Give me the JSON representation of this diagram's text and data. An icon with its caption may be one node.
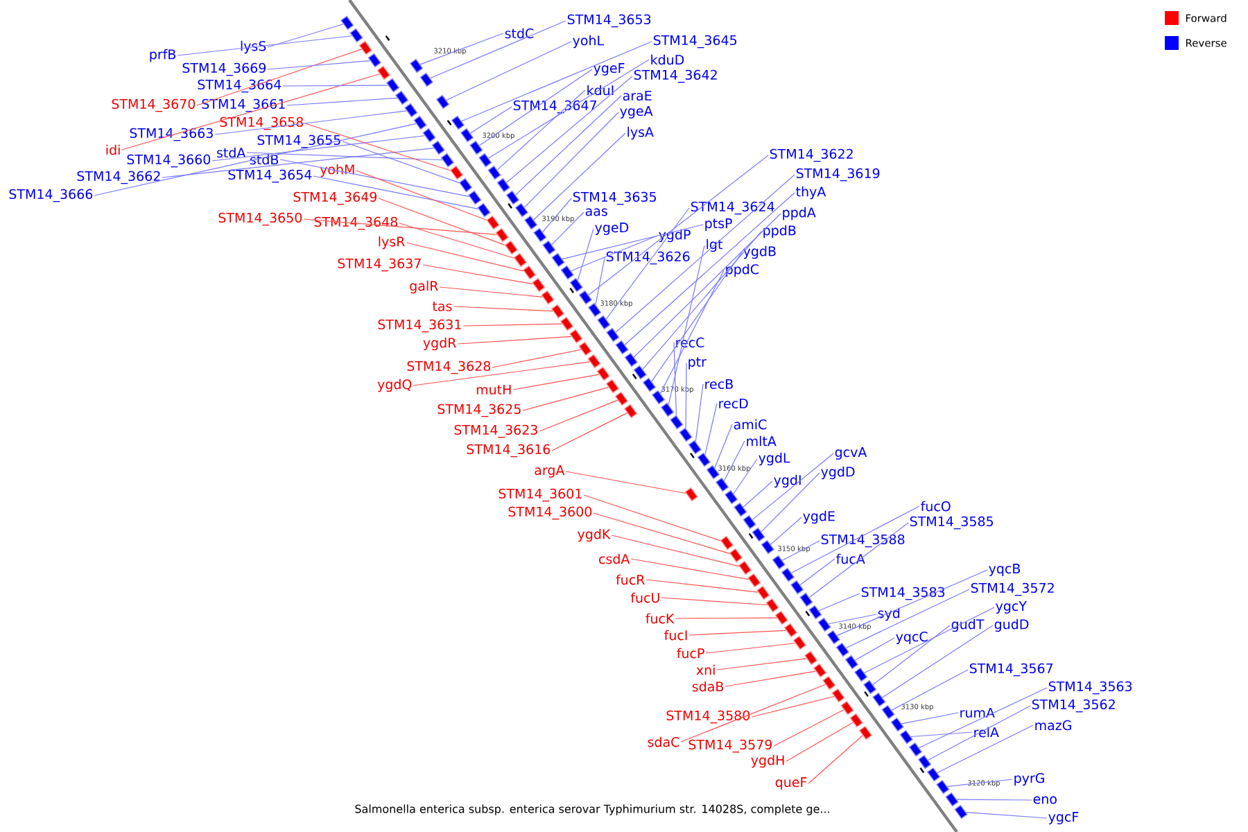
{
  "diagram": {
    "caption": "Salmonella enterica subsp. enterica serovar Typhimurium str. 14028S, complete ge...",
    "nodes": [
      {
        "text": [
          "lysS"
        ]
      },
      {
        "text": [
          "STM14_3669"
        ]
      },
      {
        "text": [
          "prfB"
        ]
      },
      {
        "text": [
          "STM14_3664"
        ]
      },
      {
        "text": [
          "STM14_3670"
        ]
      },
      {
        "text": [
          "STM14_3661"
        ]
      },
      {
        "text": [
          "STM14_3658"
        ]
      },
      {
        "text": [
          "STM14_3663"
        ]
      },
      {
        "text": [
          "idi"
        ]
      },
      {
        "text": [
          "STM14_3655"
        ]
      },
      {
        "text": [
          "STM14_3660"
        ]
      },
      {
        "text": [
          "stdA"
        ]
      },
      {
        "text": [
          "stdB"
        ]
      },
      {
        "text": [
          "STM14_3662"
        ]
      },
      {
        "text": [
          "STM14_3654"
        ]
      },
      {
        "text": [
          "yohM"
        ]
      },
      {
        "text": [
          "STM14_3666"
        ]
      },
      {
        "text": [
          "STM14_3649"
        ]
      },
      {
        "text": [
          "STM14_3650"
        ]
      },
      {
        "text": [
          "STM14_3648"
        ]
      },
      {
        "text": [
          "lysR"
        ]
      },
      {
        "text": [
          "STM14_3637"
        ]
      },
      {
        "text": [
          "galR"
        ]
      },
      {
        "text": [
          "tas"
        ]
      },
      {
        "text": [
          "STM14_3631"
        ]
      },
      {
        "text": [
          "ygdR"
        ]
      },
      {
        "text": [
          "STM14_3628"
        ]
      },
      {
        "text": [
          "ygdQ"
        ]
      },
      {
        "text": [
          "mutH"
        ]
      },
      {
        "text": [
          "STM14_3625"
        ]
      },
      {
        "text": [
          "STM14_3623"
        ]
      },
      {
        "text": [
          "STM14_3616"
        ]
      },
      {
        "text": [
          "argA"
        ]
      },
      {
        "text": [
          "STM14_3601"
        ]
      },
      {
        "text": [
          "STM14_3600"
        ]
      },
      {
        "text": [
          "ygdK"
        ]
      },
      {
        "text": [
          "csdA"
        ]
      },
      {
        "text": [
          "fucR"
        ]
      },
      {
        "text": [
          "fucU"
        ]
      },
      {
        "text": [
          "fucK"
        ]
      },
      {
        "text": [
          "fucI"
        ]
      },
      {
        "text": [
          "fucP"
        ]
      },
      {
        "text": [
          "xni"
        ]
      },
      {
        "text": [
          "sdaB"
        ]
      },
      {
        "text": [
          "STM14_3580"
        ]
      },
      {
        "text": [
          "sdaC"
        ]
      },
      {
        "text": [
          "STM14_3579"
        ]
      },
      {
        "text": [
          "ygdH"
        ]
      },
      {
        "text": [
          "queF"
        ]
      },
      {
        "text": [
          "stdC"
        ]
      },
      {
        "text": [
          "STM14_3653"
        ]
      },
      {
        "text": [
          "yohL"
        ]
      },
      {
        "text": [
          "STM14_3645"
        ]
      },
      {
        "text": [
          "kduD"
        ]
      },
      {
        "text": [
          "ygeF"
        ]
      },
      {
        "text": [
          "STM14_3642"
        ]
      },
      {
        "text": [
          "kduI"
        ]
      },
      {
        "text": [
          "araE"
        ]
      },
      {
        "text": [
          "STM14_3647"
        ]
      },
      {
        "text": [
          "ygeA"
        ]
      },
      {
        "text": [
          "lysA"
        ]
      },
      {
        "text": [
          "STM14_3635"
        ]
      },
      {
        "text": [
          "aas"
        ]
      },
      {
        "text": [
          "ygeD"
        ]
      },
      {
        "text": [
          "STM14_3622"
        ]
      },
      {
        "text": [
          "STM14_3619"
        ]
      },
      {
        "text": [
          "thyA"
        ]
      },
      {
        "text": [
          "STM14_3624"
        ]
      },
      {
        "text": [
          "ppdA"
        ]
      },
      {
        "text": [
          "ptsP"
        ]
      },
      {
        "text": [
          "ppdB"
        ]
      },
      {
        "text": [
          "ygdP"
        ]
      },
      {
        "text": [
          "lgt"
        ]
      },
      {
        "text": [
          "STM14_3626"
        ]
      },
      {
        "text": [
          "ygdB"
        ]
      },
      {
        "text": [
          "ppdC"
        ]
      },
      {
        "text": [
          "recC"
        ]
      },
      {
        "text": [
          "ptr"
        ]
      },
      {
        "text": [
          "recB"
        ]
      },
      {
        "text": [
          "recD"
        ]
      },
      {
        "text": [
          "amiC"
        ]
      },
      {
        "text": [
          "mltA"
        ]
      },
      {
        "text": [
          "ygdL"
        ]
      },
      {
        "text": [
          "gcvA"
        ]
      },
      {
        "text": [
          "ygdD"
        ]
      },
      {
        "text": [
          "ygdI"
        ]
      },
      {
        "text": [
          "ygdE"
        ]
      },
      {
        "text": [
          "fucO"
        ]
      },
      {
        "text": [
          "STM14_3585"
        ]
      },
      {
        "text": [
          "STM14_3588"
        ]
      },
      {
        "text": [
          "fucA"
        ]
      },
      {
        "text": [
          "STM14_3583"
        ]
      },
      {
        "text": [
          "yqcB"
        ]
      },
      {
        "text": [
          "STM14_3572"
        ]
      },
      {
        "text": [
          "ygcY"
        ]
      },
      {
        "text": [
          "syd"
        ]
      },
      {
        "text": [
          "gudT"
        ]
      },
      {
        "text": [
          "gudD"
        ]
      },
      {
        "text": [
          "yqcC"
        ]
      },
      {
        "text": [
          "STM14_3567"
        ]
      },
      {
        "text": [
          "STM14_3563"
        ]
      },
      {
        "text": [
          "STM14_3562"
        ]
      },
      {
        "text": [
          "rumA"
        ]
      },
      {
        "text": [
          "relA"
        ]
      },
      {
        "text": [
          "mazG"
        ]
      },
      {
        "text": [
          "pyrG"
        ]
      },
      {
        "text": [
          "eno"
        ]
      },
      {
        "text": [
          "ygcF"
        ]
      },
      {
        "text": [],
        "shape": "box"
      },
      {
        "text": [],
        "shape": "box"
      },
      {
        "text": [],
        "shape": "box"
      },
      {
        "text": [],
        "shape": "box"
      },
      {
        "text": [],
        "shape": "box"
      },
      {
        "text": [],
        "shape": "box"
      },
      {
        "text": [],
        "shape": "box"
      },
      {
        "text": [],
        "shape": "box"
      },
      {
        "text": [],
        "shape": "box"
      },
      {
        "text": [],
        "shape": "box"
      },
      {
        "text": [],
        "shape": "box"
      },
      {
        "text": [],
        "shape": "box"
      },
      {
        "text": [],
        "shape": "box"
      },
      {
        "text": [],
        "shape": "box"
      },
      {
        "text": [],
        "shape": "box"
      },
      {
        "text": [],
        "shape": "box"
      },
      {
        "text": [],
        "shape": "box"
      },
      {
        "text": [],
        "shape": "box"
      },
      {
        "text": [],
        "shape": "box"
      },
      {
        "text": [],
        "shape": "box"
      },
      {
        "text": [],
        "shape": "box"
      },
      {
        "text": [],
        "shape": "box"
      },
      {
        "text": [],
        "shape": "box"
      },
      {
        "text": [],
        "shape": "box"
      },
      {
        "text": [],
        "shape": "box"
      },
      {
        "text": [],
        "shape": "box"
      },
      {
        "text": [],
        "shape": "box"
      },
      {
        "text": [],
        "shape": "box"
      },
      {
        "text": [],
        "shape": "box"
      },
      {
        "text": [],
        "shape": "box"
      },
      {
        "text": [],
        "shape": "box"
      },
      {
        "text": [],
        "shape": "box"
      },
      {
        "text": [],
        "shape": "box"
      },
      {
        "text": [],
        "shape": "box"
      },
      {
        "text": [],
        "shape": "box"
      },
      {
        "text": [],
        "shape": "box"
      },
      {
        "text": [],
        "shape": "box"
      },
      {
        "text": [],
        "shape": "box"
      },
      {
        "text": [],
        "shape": "box"
      },
      {
        "text": [],
        "shape": "box"
      },
      {
        "text": [],
        "shape": "box"
      },
      {
        "text": [],
        "shape": "box"
      },
      {
        "text": [],
        "shape": "box"
      },
      {
        "text": [],
        "shape": "box"
      },
      {
        "text": [],
        "shape": "box"
      },
      {
        "text": [],
        "shape": "box"
      },
      {
        "text": [],
        "shape": "box"
      },
      {
        "text": [],
        "shape": "box"
      },
      {
        "text": [],
        "shape": "box"
      },
      {
        "text": [],
        "shape": "box"
      },
      {
        "text": [],
        "shape": "box"
      },
      {
        "text": [],
        "shape": "box"
      },
      {
        "text": [],
        "shape": "box"
      },
      {
        "text": [],
        "shape": "box"
      },
      {
        "text": [],
        "shape": "box"
      },
      {
        "text": [],
        "shape": "box"
      },
      {
        "text": [],
        "shape": "box"
      },
      {
        "text": [],
        "shape": "box"
      },
      {
        "text": [],
        "shape": "box"
      },
      {
        "text": [],
        "shape": "box"
      },
      {
        "text": [],
        "shape": "box"
      },
      {
        "text": [],
        "shape": "box"
      },
      {
        "text": [],
        "shape": "box"
      },
      {
        "text": [],
        "shape": "box"
      },
      {
        "text": [],
        "shape": "box"
      },
      {
        "text": [],
        "shape": "box"
      },
      {
        "text": [],
        "shape": "box"
      },
      {
        "text": [],
        "shape": "box"
      },
      {
        "text": [],
        "shape": "box"
      },
      {
        "text": [],
        "shape": "box"
      },
      {
        "text": [],
        "shape": "box"
      },
      {
        "text": [],
        "shape": "box"
      },
      {
        "text": [],
        "shape": "box"
      },
      {
        "text": [],
        "shape": "box"
      },
      {
        "text": [],
        "shape": "box"
      },
      {
        "text": [],
        "shape": "box"
      },
      {
        "text": [],
        "shape": "box"
      },
      {
        "text": [],
        "shape": "box"
      },
      {
        "text": [],
        "shape": "box"
      },
      {
        "text": [],
        "shape": "box"
      },
      {
        "text": [],
        "shape": "box"
      },
      {
        "text": [],
        "shape": "box"
      },
      {
        "text": [],
        "shape": "box"
      },
      {
        "text": [],
        "shape": "box"
      },
      {
        "text": [],
        "shape": "box"
      },
      {
        "text": [],
        "shape": "box"
      },
      {
        "text": [],
        "shape": "box"
      },
      {
        "text": [],
        "shape": "box"
      },
      {
        "text": [],
        "shape": "box"
      },
      {
        "text": [],
        "shape": "box"
      },
      {
        "text": [],
        "shape": "box"
      },
      {
        "text": [],
        "shape": "box"
      },
      {
        "text": [],
        "shape": "box"
      },
      {
        "text": [],
        "shape": "box"
      },
      {
        "text": [],
        "shape": "box"
      },
      {
        "text": [],
        "shape": "box"
      },
      {
        "text": [],
        "shape": "box"
      },
      {
        "text": [],
        "shape": "box"
      },
      {
        "text": [],
        "shape": "box"
      },
      {
        "text": [],
        "shape": "box"
      },
      {
        "text": [],
        "shape": "box"
      },
      {
        "text": [],
        "shape": "box"
      },
      {
        "text": [],
        "shape": "box"
      },
      {
        "text": [],
        "shape": "box"
      },
      {
        "text": [],
        "shape": "box"
      },
      {
        "text": [],
        "shape": "box"
      },
      {
        "text": [],
        "shape": "box"
      },
      {
        "text": [],
        "shape": "box"
      }
    ],
    "edges": [
      {
        "from": 0,
        "to": 108,
        "arrow": "none"
      },
      {
        "from": 2,
        "to": 109,
        "arrow": "none"
      },
      {
        "from": 4,
        "to": 110,
        "arrow": "none",
        "color": "#ff5050"
      },
      {
        "from": 1,
        "to": 111,
        "arrow": "none"
      },
      {
        "from": 8,
        "to": 112,
        "arrow": "none",
        "color": "#ff5050"
      },
      {
        "from": 3,
        "to": 113,
        "arrow": "none"
      },
      {
        "from": 5,
        "to": 114,
        "arrow": "none"
      },
      {
        "from": 7,
        "to": 115,
        "arrow": "none"
      },
      {
        "from": 16,
        "to": 116,
        "arrow": "none"
      },
      {
        "from": 10,
        "to": 117,
        "arrow": "none"
      },
      {
        "from": 13,
        "to": 118,
        "arrow": "none"
      },
      {
        "from": 11,
        "to": 119,
        "arrow": "none"
      },
      {
        "from": 49,
        "to": 120,
        "arrow": "none"
      },
      {
        "from": 6,
        "to": 121,
        "arrow": "none",
        "color": "#ff5050"
      },
      {
        "from": 50,
        "to": 122,
        "arrow": "none"
      },
      {
        "from": 51,
        "to": 123,
        "arrow": "none"
      },
      {
        "from": 9,
        "to": 124,
        "arrow": "none"
      },
      {
        "from": 12,
        "to": 125,
        "arrow": "none"
      },
      {
        "from": 52,
        "to": 126,
        "arrow": "none"
      },
      {
        "from": 58,
        "to": 127,
        "arrow": "none"
      },
      {
        "from": 54,
        "to": 128,
        "arrow": "none"
      },
      {
        "from": 14,
        "to": 129,
        "arrow": "none"
      },
      {
        "from": 15,
        "to": 130,
        "arrow": "none",
        "color": "#ff5050"
      },
      {
        "from": 53,
        "to": 131,
        "arrow": "none"
      },
      {
        "from": 56,
        "to": 132,
        "arrow": "none"
      },
      {
        "from": 18,
        "to": 133,
        "arrow": "none",
        "color": "#ff5050"
      },
      {
        "from": 55,
        "to": 134,
        "arrow": "none"
      },
      {
        "from": 17,
        "to": 135,
        "arrow": "none",
        "color": "#ff5050"
      },
      {
        "from": 57,
        "to": 136,
        "arrow": "none"
      },
      {
        "from": 19,
        "to": 137,
        "arrow": "none",
        "color": "#ff5050"
      },
      {
        "from": 59,
        "to": 138,
        "arrow": "none"
      },
      {
        "from": 60,
        "to": 139,
        "arrow": "none"
      },
      {
        "from": 20,
        "to": 140,
        "arrow": "none",
        "color": "#ff5050"
      },
      {
        "from": 61,
        "to": 141,
        "arrow": "none"
      },
      {
        "from": 62,
        "to": 142,
        "arrow": "none"
      },
      {
        "from": 69,
        "to": 143,
        "arrow": "none"
      },
      {
        "from": 71,
        "to": 144,
        "arrow": "none"
      },
      {
        "from": 21,
        "to": 145,
        "arrow": "none",
        "color": "#ff5050"
      },
      {
        "from": 63,
        "to": 146,
        "arrow": "none"
      },
      {
        "from": 64,
        "to": 147,
        "arrow": "none"
      },
      {
        "from": 22,
        "to": 148,
        "arrow": "none",
        "color": "#ff5050"
      },
      {
        "from": 73,
        "to": 149,
        "arrow": "none"
      },
      {
        "from": 67,
        "to": 150,
        "arrow": "none"
      },
      {
        "from": 65,
        "to": 151,
        "arrow": "none"
      },
      {
        "from": 66,
        "to": 152,
        "arrow": "none"
      },
      {
        "from": 23,
        "to": 153,
        "arrow": "none",
        "color": "#ff5050"
      },
      {
        "from": 68,
        "to": 154,
        "arrow": "none"
      },
      {
        "from": 24,
        "to": 155,
        "arrow": "none",
        "color": "#ff5050"
      },
      {
        "from": 70,
        "to": 156,
        "arrow": "none"
      },
      {
        "from": 25,
        "to": 157,
        "arrow": "none",
        "color": "#ff5050"
      },
      {
        "from": 26,
        "to": 158,
        "arrow": "none",
        "color": "#ff5050"
      },
      {
        "from": 74,
        "to": 159,
        "arrow": "none"
      },
      {
        "from": 27,
        "to": 160,
        "arrow": "none",
        "color": "#ff5050"
      },
      {
        "from": 28,
        "to": 161,
        "arrow": "none",
        "color": "#ff5050"
      },
      {
        "from": 75,
        "to": 162,
        "arrow": "none"
      },
      {
        "from": 29,
        "to": 163,
        "arrow": "none",
        "color": "#ff5050"
      },
      {
        "from": 72,
        "to": 164,
        "arrow": "none"
      },
      {
        "from": 30,
        "to": 165,
        "arrow": "none",
        "color": "#ff5050"
      },
      {
        "from": 76,
        "to": 166,
        "arrow": "none"
      },
      {
        "from": 31,
        "to": 167,
        "arrow": "none",
        "color": "#ff5050"
      },
      {
        "from": 77,
        "to": 168,
        "arrow": "none"
      },
      {
        "from": 78,
        "to": 169,
        "arrow": "none"
      },
      {
        "from": 79,
        "to": 170,
        "arrow": "none"
      },
      {
        "from": 80,
        "to": 171,
        "arrow": "none"
      },
      {
        "from": 81,
        "to": 172,
        "arrow": "none"
      },
      {
        "from": 32,
        "to": 173,
        "arrow": "none",
        "color": "#ff5050"
      },
      {
        "from": 82,
        "to": 174,
        "arrow": "none"
      },
      {
        "from": 85,
        "to": 175,
        "arrow": "none"
      },
      {
        "from": 83,
        "to": 176,
        "arrow": "none"
      },
      {
        "from": 84,
        "to": 177,
        "arrow": "none"
      },
      {
        "from": 33,
        "to": 178,
        "arrow": "none",
        "color": "#ff5050"
      },
      {
        "from": 86,
        "to": 179,
        "arrow": "none"
      },
      {
        "from": 34,
        "to": 180,
        "arrow": "none",
        "color": "#ff5050"
      },
      {
        "from": 35,
        "to": 181,
        "arrow": "none",
        "color": "#ff5050"
      },
      {
        "from": 36,
        "to": 182,
        "arrow": "none",
        "color": "#ff5050"
      },
      {
        "from": 37,
        "to": 183,
        "arrow": "none",
        "color": "#ff5050"
      },
      {
        "from": 89,
        "to": 184,
        "arrow": "none"
      },
      {
        "from": 38,
        "to": 185,
        "arrow": "none",
        "color": "#ff5050"
      },
      {
        "from": 87,
        "to": 186,
        "arrow": "none"
      },
      {
        "from": 90,
        "to": 187,
        "arrow": "none"
      },
      {
        "from": 39,
        "to": 188,
        "arrow": "none",
        "color": "#ff5050"
      },
      {
        "from": 88,
        "to": 189,
        "arrow": "none"
      },
      {
        "from": 40,
        "to": 190,
        "arrow": "none",
        "color": "#ff5050"
      },
      {
        "from": 91,
        "to": 191,
        "arrow": "none"
      },
      {
        "from": 41,
        "to": 192,
        "arrow": "none",
        "color": "#ff5050"
      },
      {
        "from": 42,
        "to": 193,
        "arrow": "none",
        "color": "#ff5050"
      },
      {
        "from": 43,
        "to": 194,
        "arrow": "none",
        "color": "#ff5050"
      },
      {
        "from": 95,
        "to": 195,
        "arrow": "none"
      },
      {
        "from": 45,
        "to": 196,
        "arrow": "none",
        "color": "#ff5050"
      },
      {
        "from": 44,
        "to": 197,
        "arrow": "none",
        "color": "#ff5050"
      },
      {
        "from": 92,
        "to": 198,
        "arrow": "none"
      },
      {
        "from": 93,
        "to": 199,
        "arrow": "none"
      },
      {
        "from": 98,
        "to": 200,
        "arrow": "none"
      },
      {
        "from": 46,
        "to": 201,
        "arrow": "none",
        "color": "#ff5050"
      },
      {
        "from": 47,
        "to": 202,
        "arrow": "none",
        "color": "#ff5050"
      },
      {
        "from": 94,
        "to": 203,
        "arrow": "none"
      },
      {
        "from": 96,
        "to": 204,
        "arrow": "none"
      },
      {
        "from": 48,
        "to": 205,
        "arrow": "none",
        "color": "#ff5050"
      },
      {
        "from": 97,
        "to": 206,
        "arrow": "none"
      },
      {
        "from": 99,
        "to": 207,
        "arrow": "none"
      },
      {
        "from": 102,
        "to": 208,
        "arrow": "none"
      },
      {
        "from": 103,
        "to": 209,
        "arrow": "none"
      },
      {
        "from": 100,
        "to": 210,
        "arrow": "none"
      },
      {
        "from": 101,
        "to": 211,
        "arrow": "none"
      },
      {
        "from": 104,
        "to": 212,
        "arrow": "none"
      },
      {
        "from": 105,
        "to": 213,
        "arrow": "none"
      },
      {
        "from": 106,
        "to": 214,
        "arrow": "none"
      },
      {
        "from": 107,
        "to": 215,
        "arrow": "none"
      }
    ],
    "labels": [
      "3210 kbp",
      "3200 kbp",
      "3190 kbp",
      "3180 kbp",
      "3170 kbp",
      "3160 kbp",
      "3150 kbp",
      "3140 kbp",
      "3130 kbp",
      "3120 kbp"
    ],
    "legend": [
      {
        "text": "Forward",
        "color": "#ff0000"
      },
      {
        "text": "Reverse",
        "color": "#0000ff"
      }
    ]
  }
}
